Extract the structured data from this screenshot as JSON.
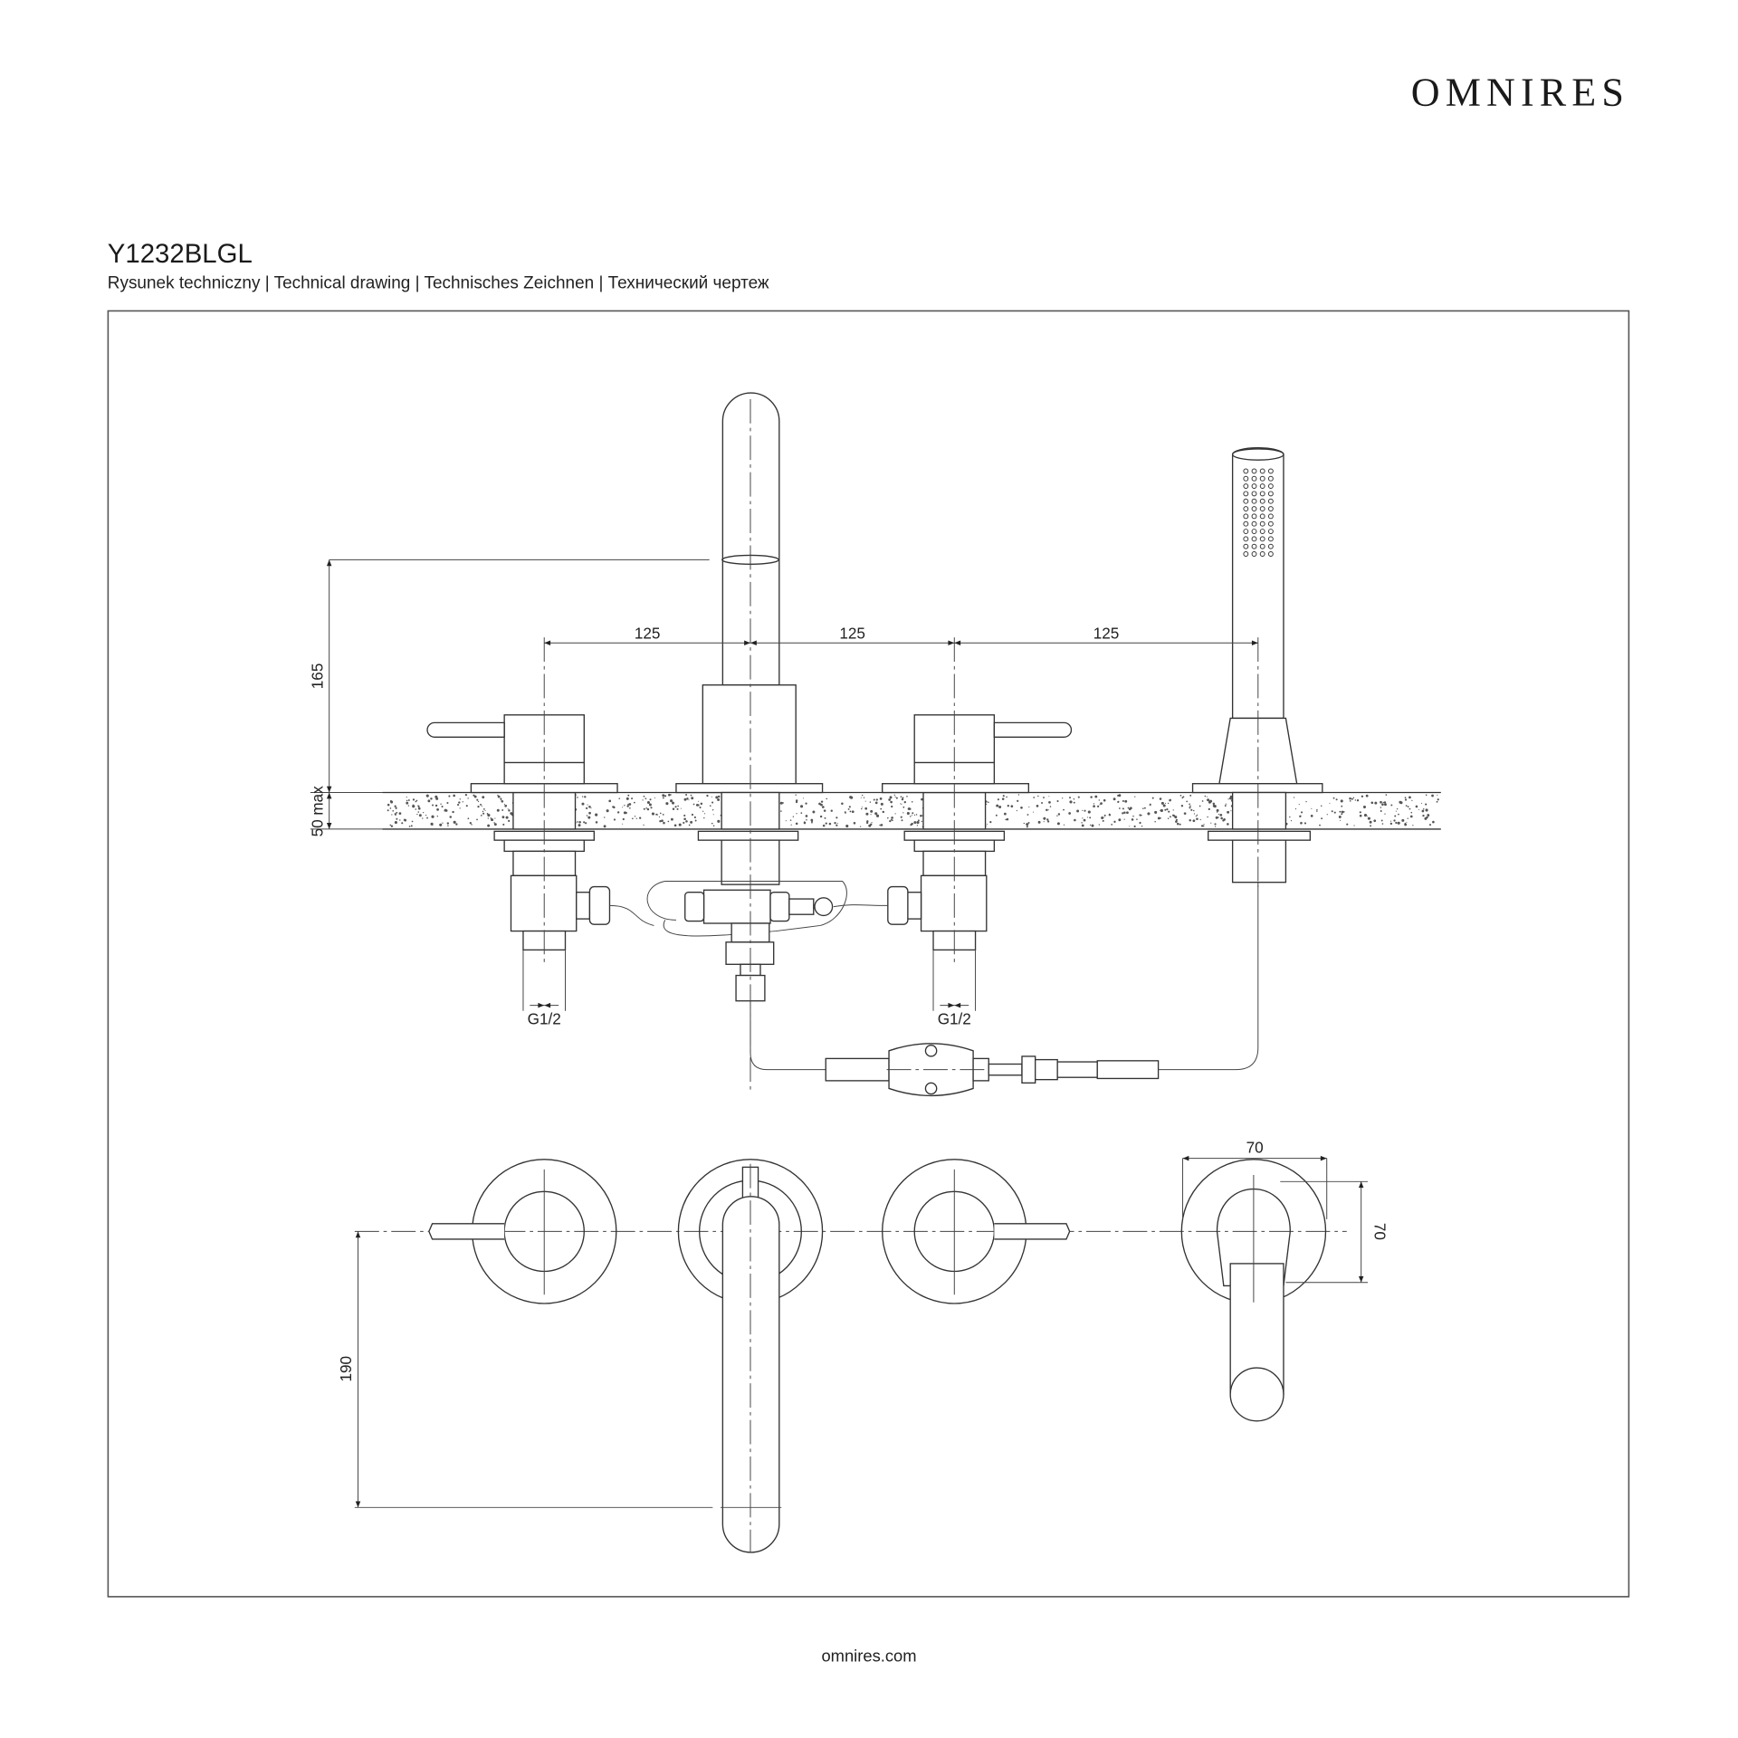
{
  "header": {
    "brand": "OMNIRES",
    "model": "Y1232BLGL",
    "subtitle": "Rysunek techniczny | Technical drawing | Technisches Zeichnen | Технический чертеж"
  },
  "drawing": {
    "dimensions": {
      "spacing_1": "125",
      "spacing_2": "125",
      "spacing_3": "125",
      "spout_height": "165",
      "deck_thickness": "50 max",
      "thread_left": "G1/2",
      "thread_right": "G1/2",
      "shower_base_width": "70",
      "shower_base_depth": "70",
      "spout_reach": "190"
    }
  },
  "footer": {
    "website": "omnires.com"
  }
}
